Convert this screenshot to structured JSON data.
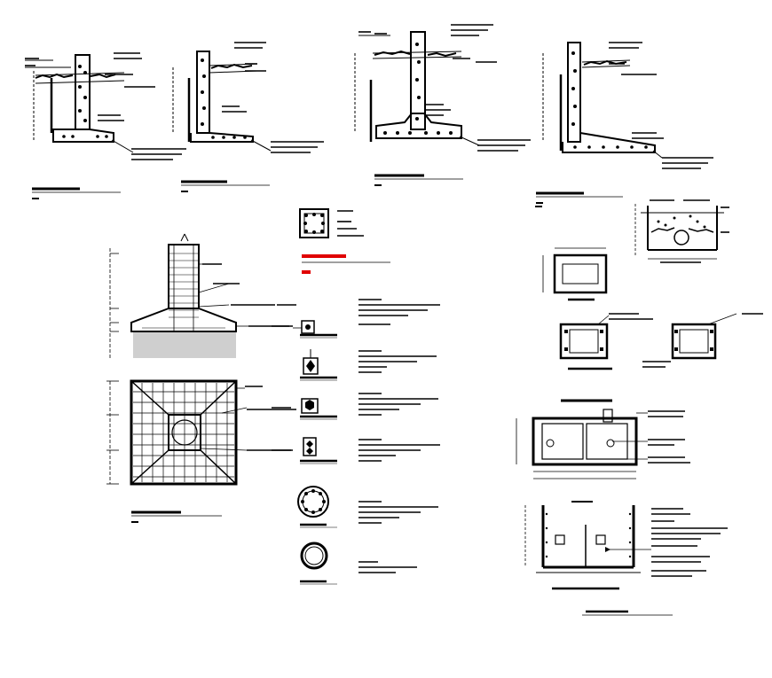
{
  "drawing": {
    "ink_color": "#000000",
    "accent_color": "#e00000",
    "background": "#ffffff",
    "legible_text": []
  },
  "views": [
    {
      "id": "wall-section-1",
      "kind": "retaining-wall-section"
    },
    {
      "id": "wall-section-2",
      "kind": "retaining-wall-section"
    },
    {
      "id": "wall-section-3",
      "kind": "retaining-wall-section"
    },
    {
      "id": "wall-section-4",
      "kind": "retaining-wall-section"
    },
    {
      "id": "column-footing-elevation",
      "kind": "footing-elevation"
    },
    {
      "id": "column-footing-plan",
      "kind": "footing-plan"
    },
    {
      "id": "column-section-details",
      "kind": "rebar-section-details"
    },
    {
      "id": "inspection-box-details",
      "kind": "box-plan-and-sections"
    },
    {
      "id": "double-box-plan",
      "kind": "box-plan"
    },
    {
      "id": "double-box-section",
      "kind": "box-section"
    }
  ]
}
